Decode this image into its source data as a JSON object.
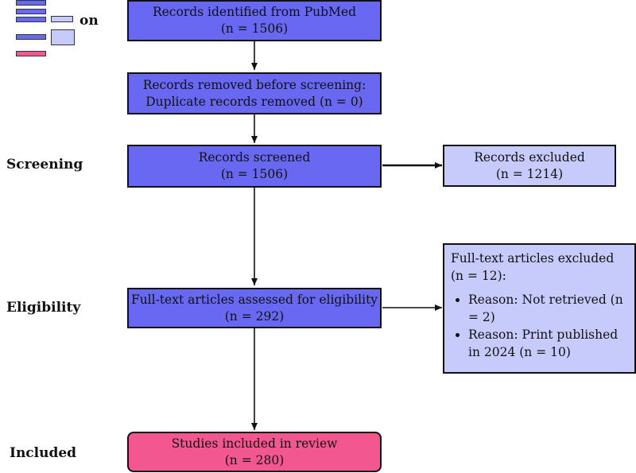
{
  "thumbnail": {
    "visible_text": "on"
  },
  "stages": {
    "screening": "Screening",
    "eligibility": "Eligibility",
    "included": "Included"
  },
  "boxes": {
    "identified": {
      "line1": "Records identified from PubMed",
      "line2": "(n = 1506)"
    },
    "removed": {
      "line1": "Records removed before screening:",
      "line2": "Duplicate records removed (n = 0)"
    },
    "screened": {
      "line1": "Records screened",
      "line2": "(n = 1506)"
    },
    "excluded": {
      "line1": "Records excluded",
      "line2": "(n = 1214)"
    },
    "assessed": {
      "line1": "Full-text articles assessed for eligibility",
      "line2": "(n = 292)"
    },
    "fulltext_excluded": {
      "heading": "Full-text articles excluded (n = 12):",
      "reasons": [
        "Reason: Not retrieved (n = 2)",
        "Reason: Print published in 2024 (n = 10)"
      ]
    },
    "included": {
      "line1": "Studies included in review",
      "line2": "(n = 280)"
    }
  },
  "colors": {
    "main_box": "#6868f2",
    "side_box": "#c6cbfb",
    "included_box": "#f2578f",
    "border": "#111111"
  }
}
